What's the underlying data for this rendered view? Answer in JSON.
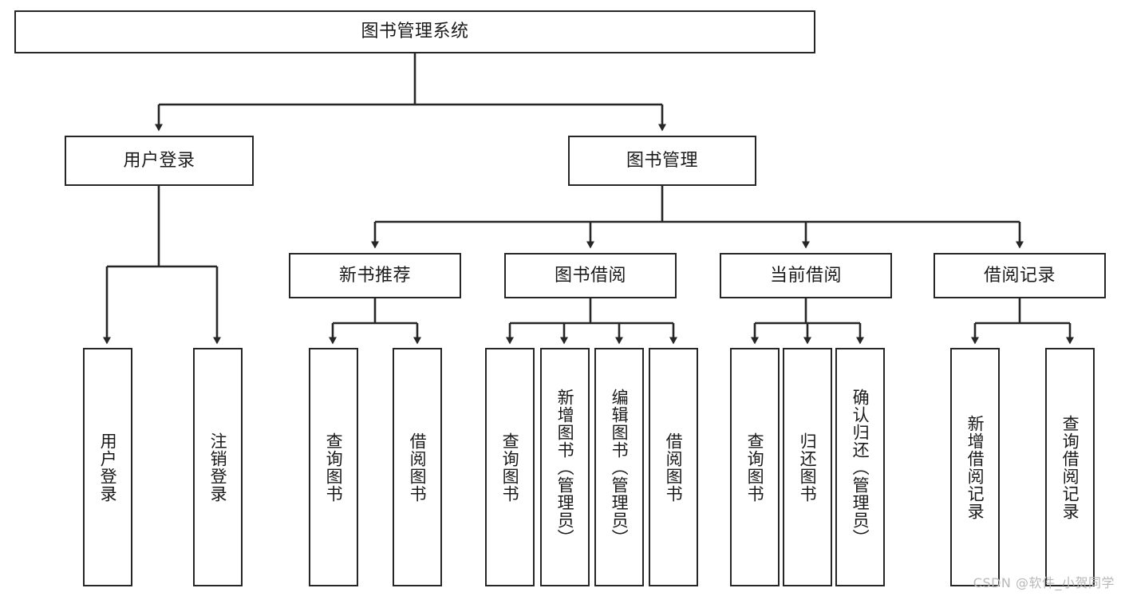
{
  "diagram": {
    "type": "tree",
    "title": "图书管理系统",
    "orientation": "top-down",
    "edge_style": "orthogonal-arrow",
    "colors": {
      "box_border": "#262626",
      "box_fill": "#ffffff",
      "edge": "#262626",
      "text": "#1a1a1a",
      "watermark": "#b9b9b9"
    },
    "levels": [
      {
        "level": 1,
        "nodes": [
          {
            "id": "root",
            "label": "图书管理系统",
            "orientation": "horizontal"
          }
        ]
      },
      {
        "level": 2,
        "nodes": [
          {
            "id": "login",
            "label": "用户登录",
            "orientation": "horizontal",
            "parent": "root"
          },
          {
            "id": "bookmgmt",
            "label": "图书管理",
            "orientation": "horizontal",
            "parent": "root"
          }
        ]
      },
      {
        "level": 3,
        "nodes": [
          {
            "id": "newbook",
            "label": "新书推荐",
            "orientation": "horizontal",
            "parent": "bookmgmt"
          },
          {
            "id": "borrow",
            "label": "图书借阅",
            "orientation": "horizontal",
            "parent": "bookmgmt"
          },
          {
            "id": "current",
            "label": "当前借阅",
            "orientation": "horizontal",
            "parent": "bookmgmt"
          },
          {
            "id": "records",
            "label": "借阅记录",
            "orientation": "horizontal",
            "parent": "bookmgmt"
          }
        ]
      },
      {
        "level": 4,
        "nodes": [
          {
            "id": "leaf-user-login",
            "label": "用户登录",
            "orientation": "vertical",
            "parent": "login"
          },
          {
            "id": "leaf-user-logout",
            "label": "注销登录",
            "orientation": "vertical",
            "parent": "login"
          },
          {
            "id": "leaf-query-book-1",
            "label": "查询图书",
            "orientation": "vertical",
            "parent": "newbook"
          },
          {
            "id": "leaf-borrow-book-1",
            "label": "借阅图书",
            "orientation": "vertical",
            "parent": "newbook"
          },
          {
            "id": "leaf-query-book-2",
            "label": "查询图书",
            "orientation": "vertical",
            "parent": "borrow"
          },
          {
            "id": "leaf-add-book",
            "label": "新增图书（管理员）",
            "orientation": "vertical",
            "parent": "borrow"
          },
          {
            "id": "leaf-edit-book",
            "label": "编辑图书（管理员）",
            "orientation": "vertical",
            "parent": "borrow"
          },
          {
            "id": "leaf-borrow-book-2",
            "label": "借阅图书",
            "orientation": "vertical",
            "parent": "borrow"
          },
          {
            "id": "leaf-query-book-3",
            "label": "查询图书",
            "orientation": "vertical",
            "parent": "current"
          },
          {
            "id": "leaf-return-book",
            "label": "归还图书",
            "orientation": "vertical",
            "parent": "current"
          },
          {
            "id": "leaf-confirm-return",
            "label": "确认归还（管理员）",
            "orientation": "vertical",
            "parent": "current"
          },
          {
            "id": "leaf-add-record",
            "label": "新增借阅记录",
            "orientation": "vertical",
            "parent": "records"
          },
          {
            "id": "leaf-query-record",
            "label": "查询借阅记录",
            "orientation": "vertical",
            "parent": "records"
          }
        ]
      }
    ]
  },
  "watermark": {
    "text": "CSDN @软件_小贺同学"
  }
}
